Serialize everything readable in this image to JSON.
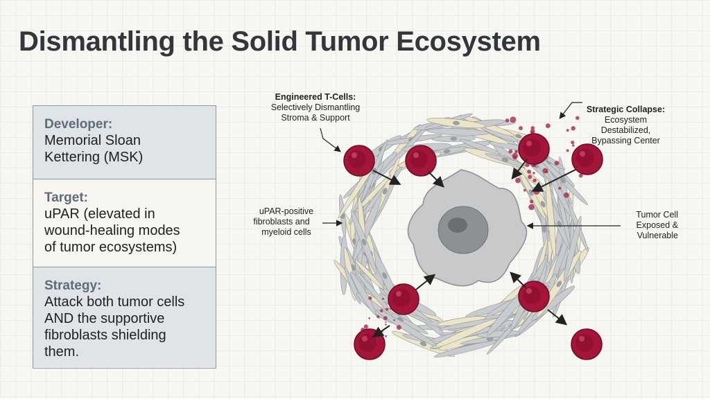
{
  "title": "Dismantling the Solid Tumor Ecosystem",
  "info": [
    {
      "label": "Developer:",
      "value": [
        "Memorial Sloan",
        "Kettering (MSK)"
      ]
    },
    {
      "label": "Target:",
      "value": [
        "uPAR (elevated in",
        "wound-healing modes",
        "of tumor ecosystems)"
      ]
    },
    {
      "label": "Strategy:",
      "value": [
        "Attack both tumor cells",
        "AND the supportive",
        "fibroblasts shielding",
        "them."
      ]
    }
  ],
  "annotations": {
    "tcells": {
      "title": "Engineered T-Cells:",
      "lines": [
        "Selectively Dismantling",
        "Stroma & Support"
      ]
    },
    "collapse": {
      "title": "Strategic Collapse:",
      "lines": [
        "Ecosystem",
        "Destabilized,",
        "Bypassing Center"
      ]
    },
    "fibro": {
      "lines": [
        "uPAR-positive",
        "fibroblasts and",
        "myeloid cells"
      ]
    },
    "tumor": {
      "lines": [
        "Tumor Cell",
        "Exposed &",
        "Vulnerable"
      ]
    }
  },
  "colors": {
    "tcell": "#a3163a",
    "fiber": "#c9ccce",
    "fibroblast": "#ece4c6",
    "tumor": "#c4c6c8"
  }
}
